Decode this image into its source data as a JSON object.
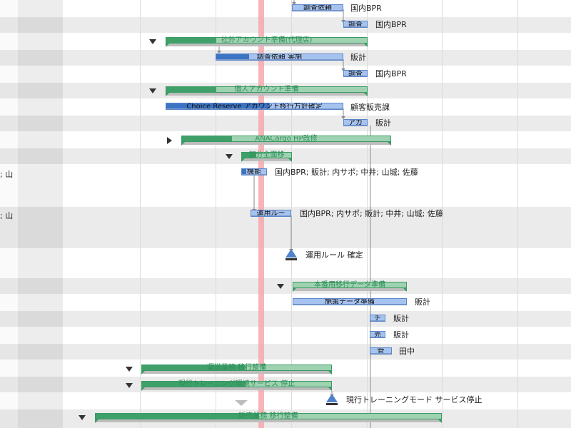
{
  "edge_texts": [
    "; 山",
    "; 山"
  ],
  "tasks": {
    "t1": {
      "label": "調査依頼",
      "assignee": "国内BPR"
    },
    "t2": {
      "label": "調査",
      "assignee": "国内BPR"
    },
    "g1": {
      "label": "社外アカウント準備(代理店)"
    },
    "t3": {
      "label": "調査依頼 実施",
      "assignee": "販計"
    },
    "t4": {
      "label": "調査",
      "assignee": "国内BPR"
    },
    "g2": {
      "label": "個人アカウント準備"
    },
    "t5": {
      "label": "Choice Reserve アカウント移行方針確定",
      "assignee": "顧客販売課"
    },
    "t6": {
      "label": "アカ",
      "assignee": "販計"
    },
    "g3": {
      "label": "ANACargo HP改修"
    },
    "g4": {
      "label": "部分全面移"
    },
    "t7": {
      "label": "機能",
      "assignee": "国内BPR; 販計; 内サポ; 中井; 山城; 佐藤"
    },
    "t8": {
      "label": "運用ルー",
      "assignee": "国内BPR; 内サポ; 販計; 中井; 山城; 佐藤"
    },
    "m1": {
      "label": "運用ルール 確定"
    },
    "g5": {
      "label": "本番用移行データ準備"
    },
    "t9": {
      "label": "施策データ準備",
      "assignee": "販計"
    },
    "t10": {
      "label": "チ",
      "assignee": "販計"
    },
    "t11": {
      "label": "売",
      "assignee": "販計"
    },
    "t12": {
      "label": "管",
      "assignee": "田中"
    },
    "g6": {
      "label": "運送業務 移行整備"
    },
    "g7": {
      "label": "現行トレーニング環境サービス 停止"
    },
    "m2": {
      "label": "現行トレーニングモード サービス停止"
    },
    "g8": {
      "label": "販売業務 移行整備"
    }
  },
  "colors": {
    "task_fill": "#a6c3ef",
    "task_progress": "#3c74c4",
    "group_fill": "#9ed2b1",
    "group_border": "#3a9b63",
    "today_line": "#f6a8ae",
    "milestone": "#4f82c9"
  }
}
